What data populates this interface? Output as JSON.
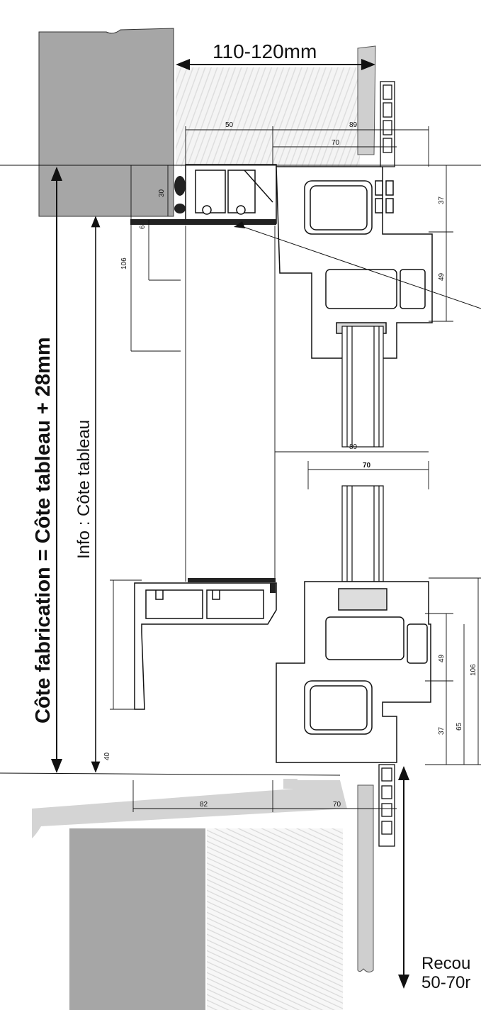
{
  "labels": {
    "top_depth": "110-120mm",
    "fabrication": "Côte fabrication = Côte tableau + 28mm",
    "info": "Info : Côte tableau",
    "overlap_line1": "Recou",
    "overlap_line2": "50-70r"
  },
  "dimensions": {
    "top_50": "50",
    "top_89": "89",
    "top_70": "70",
    "top_30": "30",
    "top_6": "6",
    "top_106": "106",
    "right_37": "37",
    "right_49": "49",
    "mid_89": "89",
    "mid_70": "70",
    "bot_49": "49",
    "bot_65": "65",
    "bot_37": "37",
    "bot_106": "106",
    "bot_40": "40",
    "bot_82": "82",
    "bot_70": "70"
  },
  "colors": {
    "wall": "#a6a6a6",
    "sill": "#d4d4d4",
    "line": "#111111",
    "insulation": "#efefef"
  }
}
